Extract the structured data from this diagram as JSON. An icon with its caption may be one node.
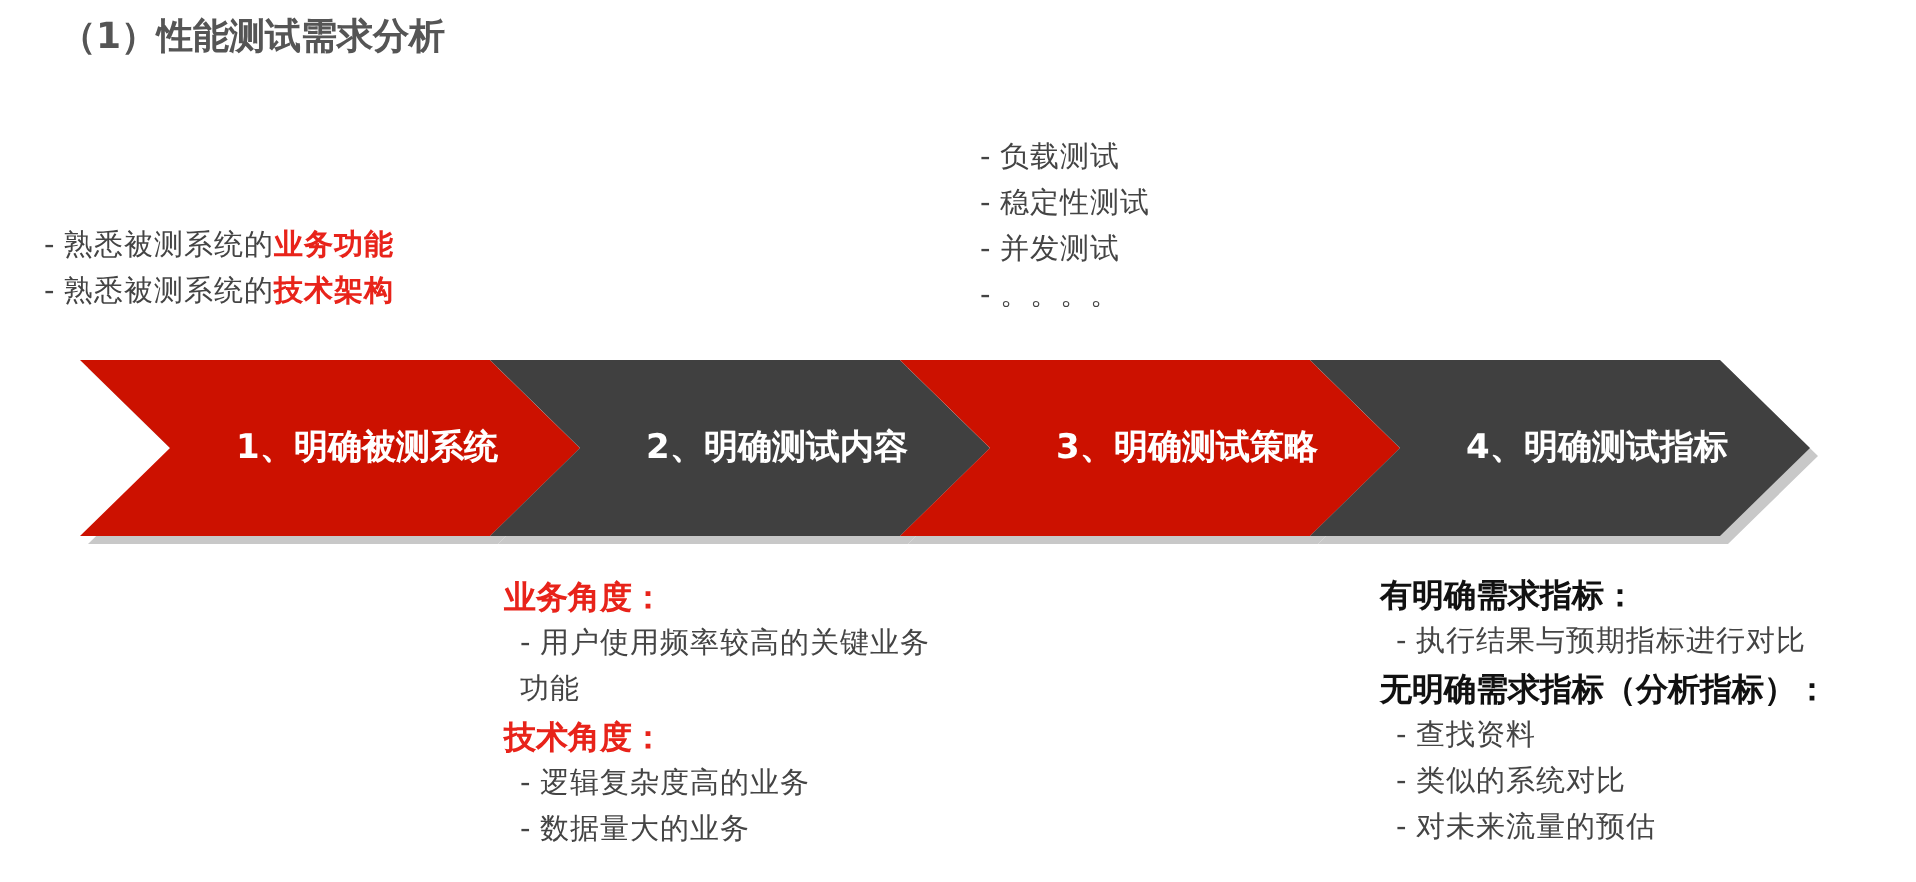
{
  "diagram": {
    "title": "（1）性能测试需求分析",
    "nodes": [
      {
        "text": [
          "1、明确被测系统"
        ],
        "beside": [
          "- 熟悉被测系统的**业务功能**",
          "- 熟悉被测系统的**技术架构**"
        ]
      },
      {
        "text": [
          "2、明确测试内容"
        ],
        "beside": [
          "业务角度：",
          "- 用户使用频率较高的关键业务功能",
          "技术角度：",
          "- 逻辑复杂度高的业务",
          "- 数据量大的业务"
        ]
      },
      {
        "text": [
          "3、明确测试策略"
        ],
        "beside": [
          "- 负载测试",
          "- 稳定性测试",
          "- 并发测试",
          "- 。。。。"
        ]
      },
      {
        "text": [
          "4、明确测试指标"
        ],
        "beside": [
          "有明确需求指标：",
          "- 执行结果与预期指标进行对比",
          "无明确需求指标（分析指标）：",
          "- 查找资料",
          "- 类似的系统对比",
          "- 对未来流量的预估"
        ]
      }
    ]
  }
}
